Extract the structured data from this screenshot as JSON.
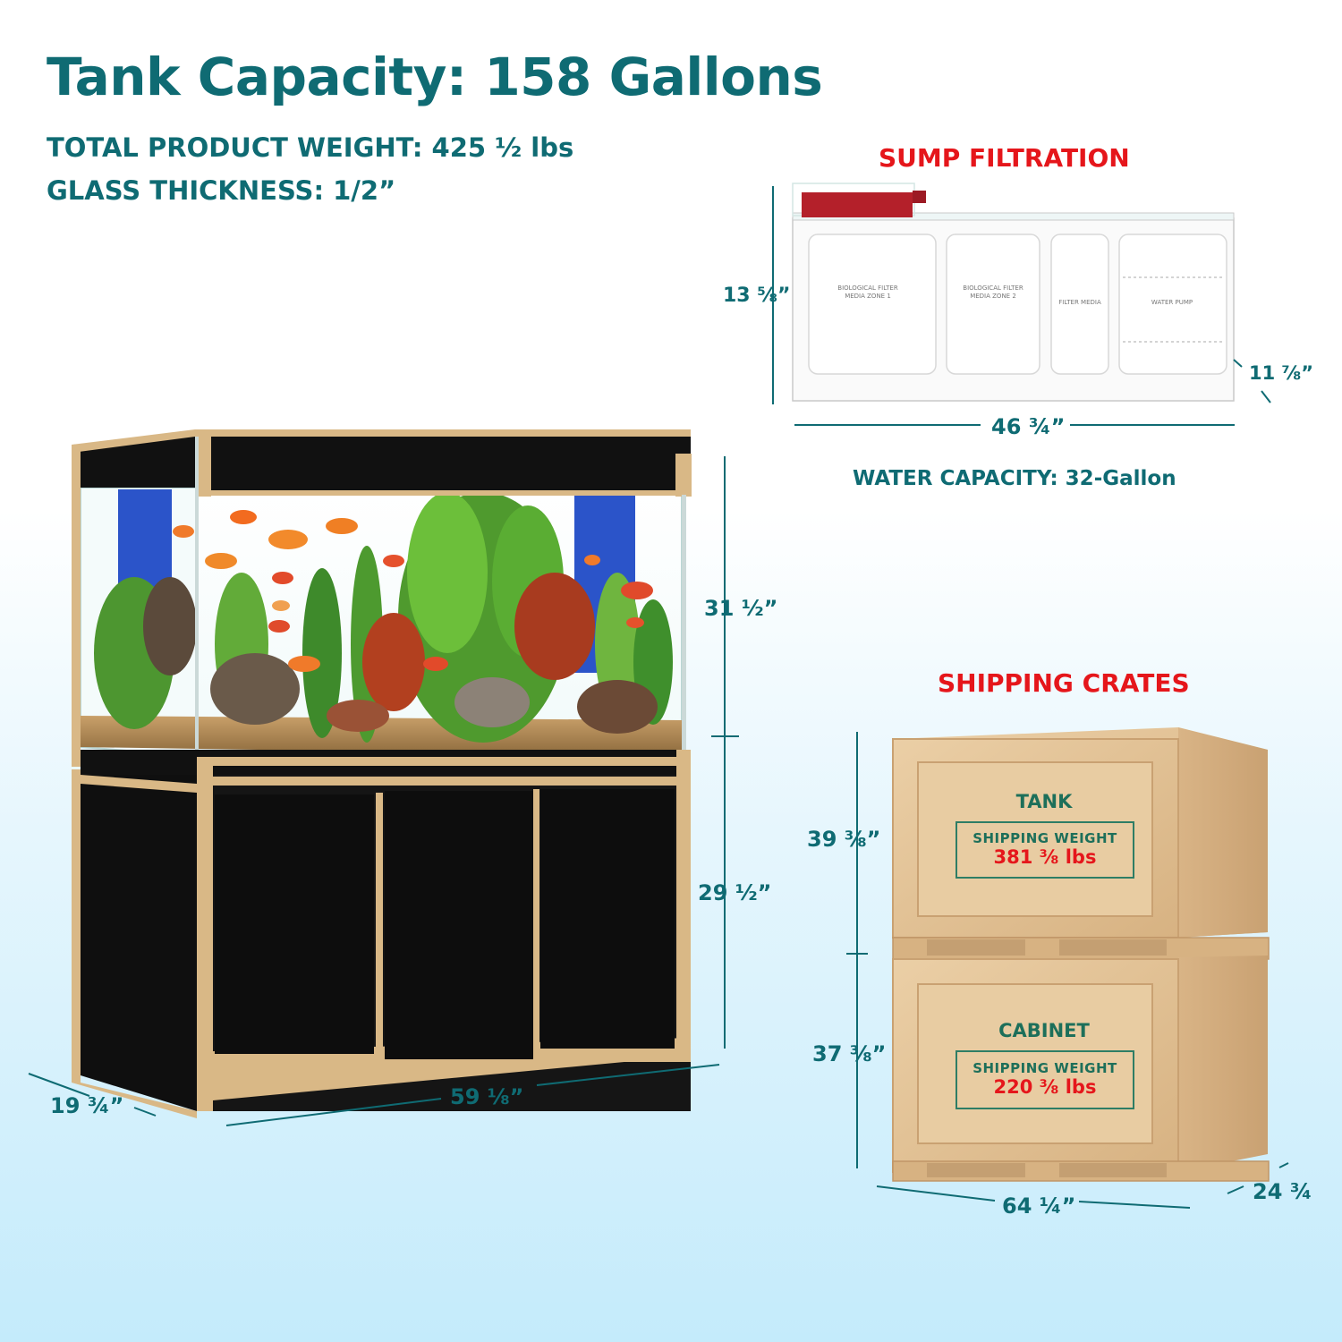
{
  "header": {
    "title": "Tank Capacity: 158 Gallons",
    "weight": "TOTAL PRODUCT WEIGHT: 425 ½ lbs",
    "glass": "GLASS THICKNESS: 1/2”"
  },
  "aquarium": {
    "dims": {
      "depth": "19 ¾”",
      "width": "59 ⅛”",
      "tank_height": "31 ½”",
      "cabinet_height": "29 ½”"
    }
  },
  "sump": {
    "title": "SUMP FILTRATION",
    "dims": {
      "height": "13 ⅝”",
      "depth": "11 ⅞”",
      "width": "46 ¾”"
    },
    "chambers": [
      "BIOLOGICAL FILTER MEDIA ZONE 1",
      "BIOLOGICAL FILTER MEDIA ZONE 2",
      "FILTER MEDIA",
      "WATER PUMP"
    ],
    "water_capacity": "WATER CAPACITY: 32-Gallon"
  },
  "crates": {
    "title": "SHIPPING CRATES",
    "top": {
      "name": "TANK",
      "label": "SHIPPING WEIGHT",
      "weight": "381 ⅜ lbs"
    },
    "bottom": {
      "name": "CABINET",
      "label": "SHIPPING WEIGHT",
      "weight": "220 ⅜ lbs"
    },
    "dims": {
      "top_height": "39 ⅜”",
      "bottom_height": "37 ⅜”",
      "width": "64 ¼”",
      "depth": "24 ¾"
    }
  },
  "colors": {
    "heading": "#0f6b73",
    "accent_red": "#e5161b",
    "gold_trim": "#d9b886",
    "cabinet_black": "#111111",
    "crate_wood": "#e6c59a"
  }
}
